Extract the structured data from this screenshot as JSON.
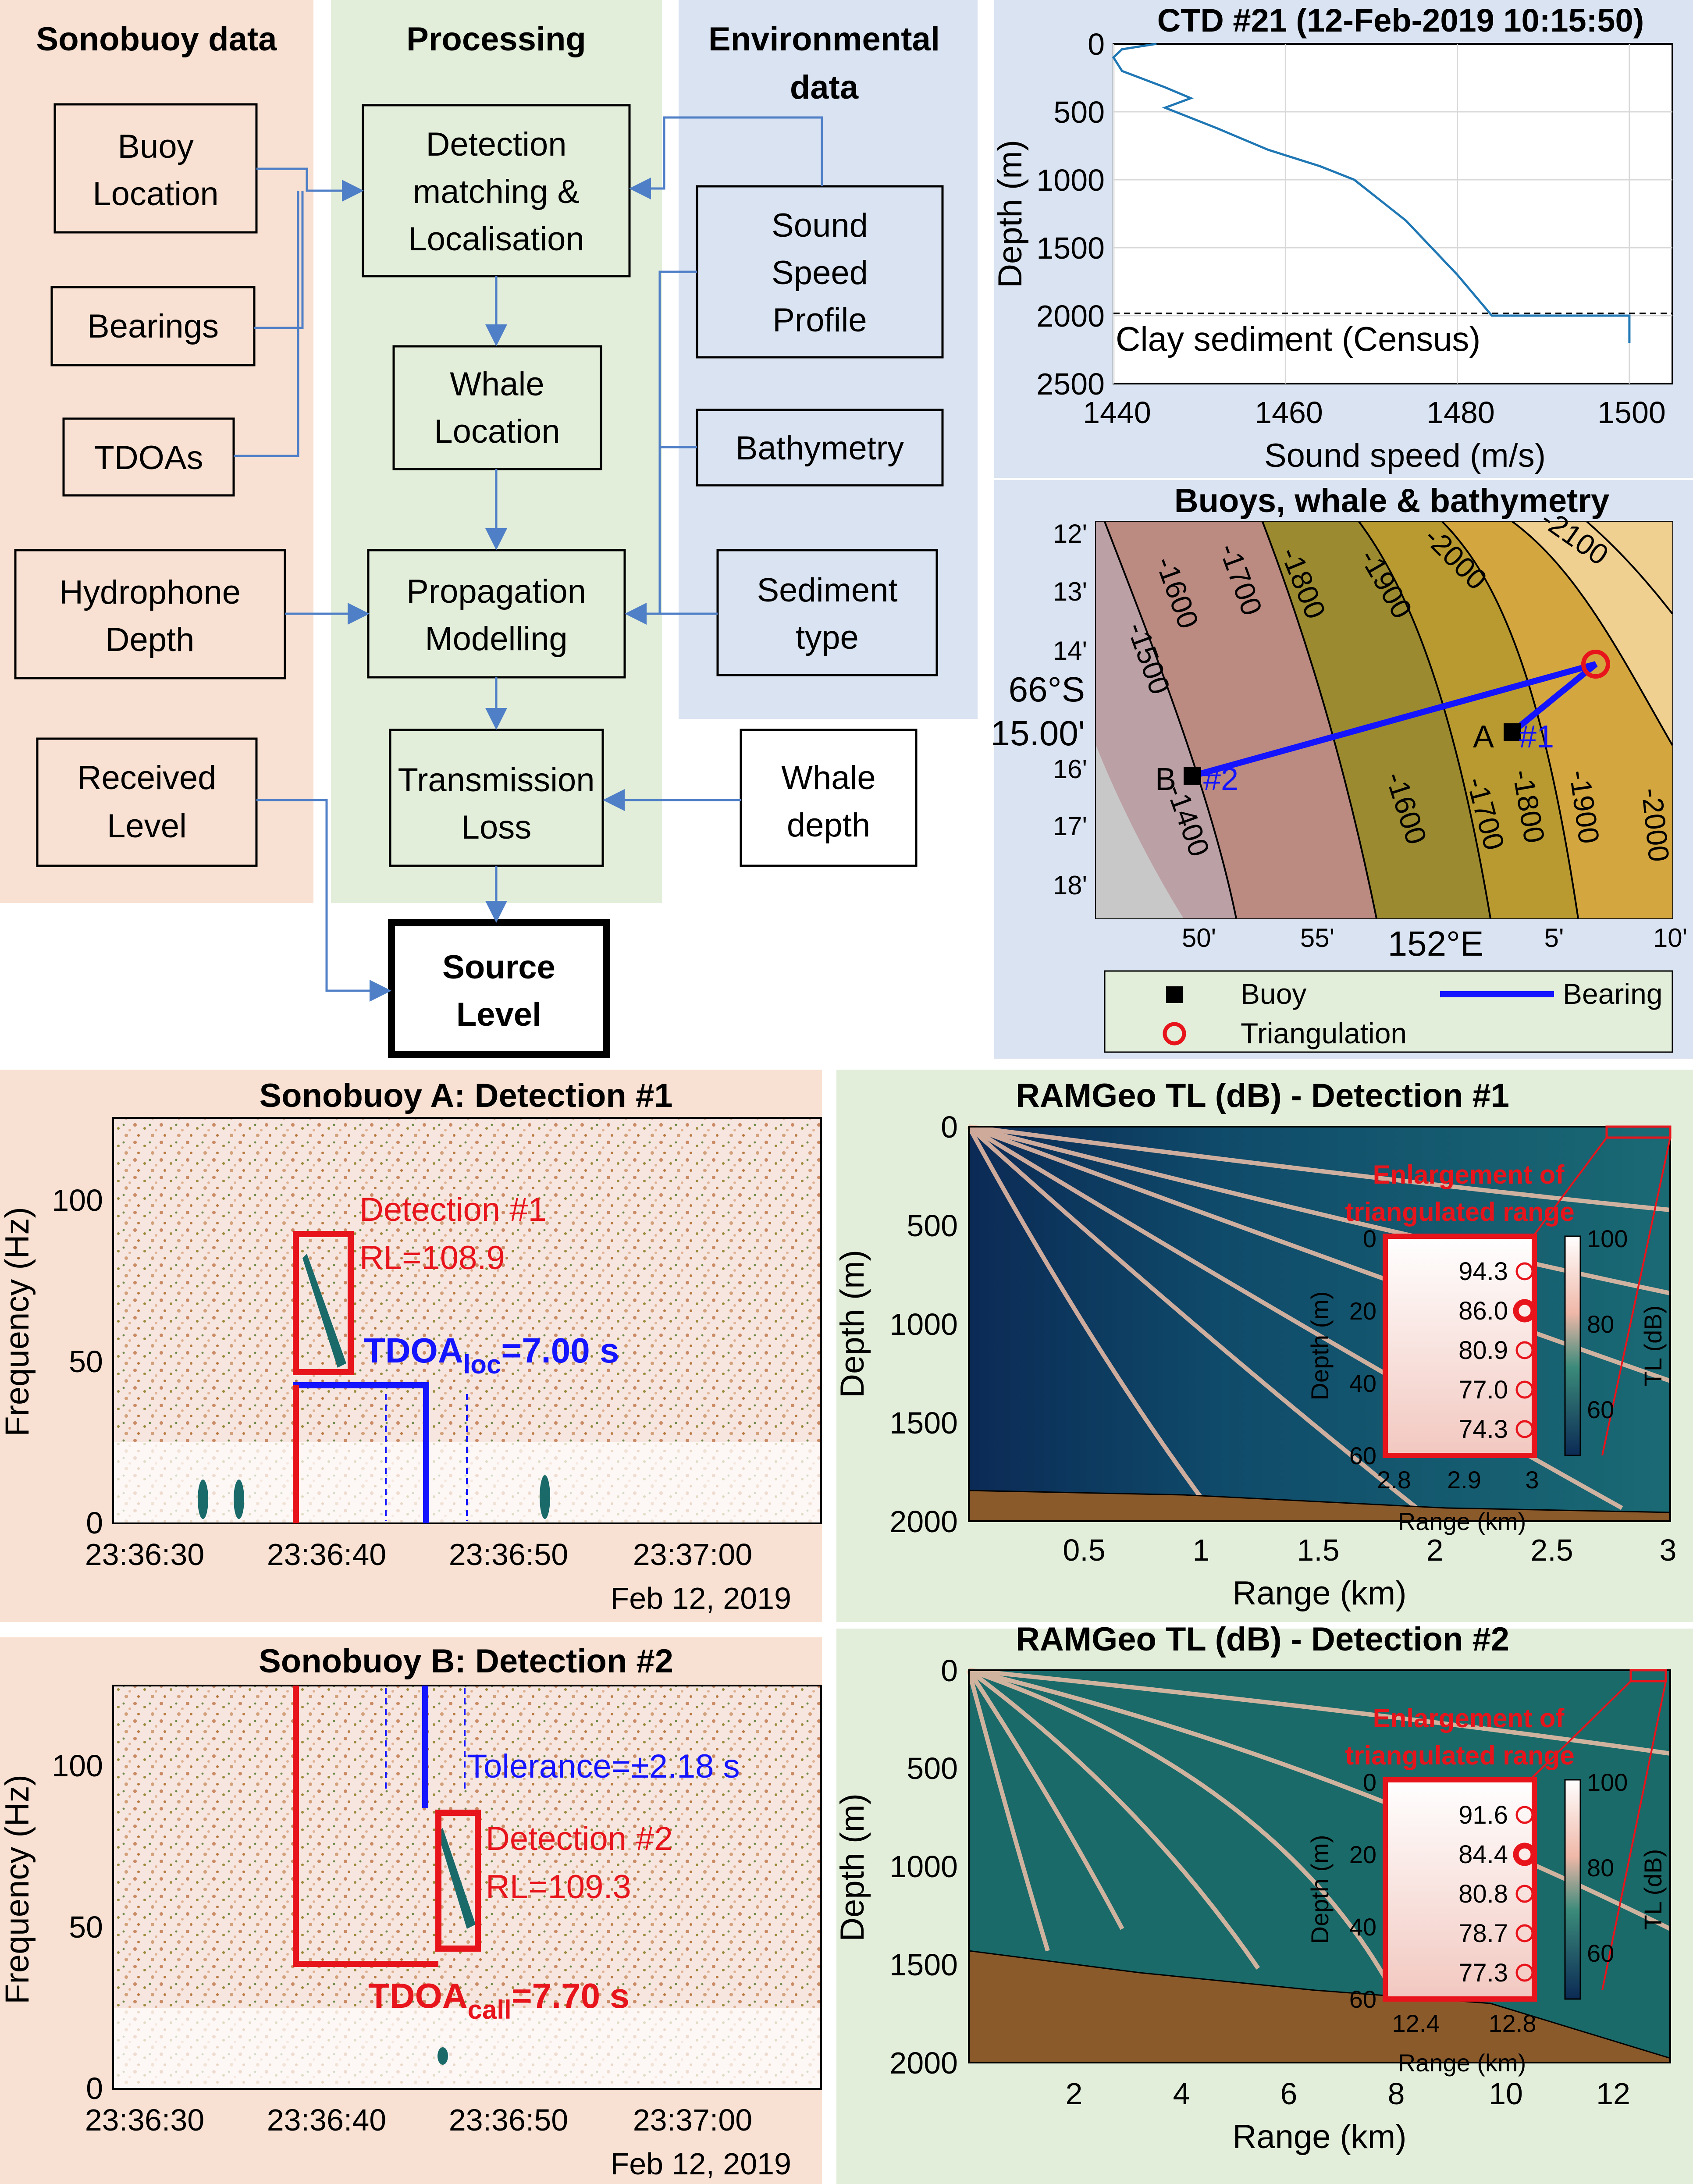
{
  "colors": {
    "salmon": "#f8e1d2",
    "green": "#e2eed9",
    "blue": "#dae3f1",
    "box": "#f8e1d2",
    "arrow": "#4f7fc7",
    "red": "#e8141c",
    "bluebright": "#1414ff",
    "line": "#1f77b4",
    "brown": "#8b5a2b"
  },
  "flow": {
    "cols": [
      "Sonobuoy data",
      "Processing",
      "Environmental",
      "data"
    ],
    "boxes": {
      "buoy_location": [
        "Buoy",
        "Location"
      ],
      "bearings": [
        "Bearings"
      ],
      "tdoas": [
        "TDOAs"
      ],
      "hydrophone_depth": [
        "Hydrophone",
        "Depth"
      ],
      "received_level": [
        "Received",
        "Level"
      ],
      "detection_matching": [
        "Detection",
        "matching &",
        "Localisation"
      ],
      "whale_location": [
        "Whale",
        "Location"
      ],
      "propagation_modelling": [
        "Propagation",
        "Modelling"
      ],
      "transmission_loss": [
        "Transmission",
        "Loss"
      ],
      "source_level": [
        "Source",
        "Level"
      ],
      "sound_speed_profile": [
        "Sound",
        "Speed",
        "Profile"
      ],
      "bathymetry": [
        "Bathymetry"
      ],
      "sediment_type": [
        "Sediment",
        "type"
      ],
      "whale_depth": [
        "Whale",
        "depth"
      ]
    }
  },
  "ctd": {
    "title": "CTD #21 (12-Feb-2019 10:15:50)",
    "xlabel": "Sound speed (m/s)",
    "ylabel": "Depth (m)",
    "xticks": [
      "1440",
      "1460",
      "1480",
      "1500"
    ],
    "yticks": [
      "0",
      "500",
      "1000",
      "1500",
      "2000",
      "2500"
    ],
    "annotation": "Clay sediment (Census)",
    "chart_data": {
      "type": "line",
      "xlim": [
        1440,
        1505
      ],
      "ylim": [
        0,
        2500
      ],
      "sediment_depth": 2000,
      "x": [
        1445,
        1441,
        1440,
        1441,
        1446,
        1449,
        1446,
        1448,
        1452,
        1458,
        1464,
        1468,
        1474,
        1480,
        1484,
        1500,
        1500
      ],
      "y": [
        0,
        40,
        100,
        200,
        320,
        400,
        470,
        520,
        620,
        780,
        900,
        1000,
        1300,
        1700,
        2000,
        2000,
        2200
      ]
    }
  },
  "map": {
    "title": "Buoys, whale & bathymetry",
    "yticks": [
      "12'",
      "13'",
      "14'",
      "15.00'",
      "16'",
      "17'",
      "18'"
    ],
    "ylabel_main": "66°S",
    "xticks": [
      "50'",
      "55'",
      "5'",
      "10'"
    ],
    "xlabel_main": "152°E",
    "contours": [
      "-1600",
      "-1700",
      "-1800",
      "-1900",
      "-2000",
      "-2100",
      "-1500",
      "-1400",
      "-1600",
      "-1700",
      "-1800",
      "-1900",
      "-2000"
    ],
    "buoy_labels": [
      "A",
      "#1",
      "B",
      "#2"
    ],
    "legend": {
      "buoy": "Buoy",
      "bearing": "Bearing",
      "triangulation": "Triangulation"
    }
  },
  "sonoA": {
    "title": "Sonobuoy A: Detection #1",
    "xticks": [
      "23:36:30",
      "23:36:40",
      "23:36:50",
      "23:37:00"
    ],
    "date": "Feb 12, 2019",
    "yticks": [
      "0",
      "50",
      "100"
    ],
    "ylabel": "Frequency (Hz)",
    "det_label": "Detection #1",
    "rl": "RL=108.9",
    "tdoa_main": "TDOA",
    "tdoa_sub": "loc",
    "tdoa_val": "=7.00 s"
  },
  "sonoB": {
    "title": "Sonobuoy B: Detection #2",
    "xticks": [
      "23:36:30",
      "23:36:40",
      "23:36:50",
      "23:37:00"
    ],
    "date": "Feb 12, 2019",
    "yticks": [
      "0",
      "50",
      "100"
    ],
    "ylabel": "Frequency (Hz)",
    "tolerance": "Tolerance=±2.18 s",
    "det_label": "Detection #2",
    "rl": "RL=109.3",
    "tdoa_main": "TDOA",
    "tdoa_sub": "call",
    "tdoa_val": "=7.70 s"
  },
  "tl1": {
    "title": "RAMGeo TL (dB) - Detection #1",
    "xticks": [
      "0.5",
      "1",
      "1.5",
      "2",
      "2.5",
      "3"
    ],
    "yticks": [
      "0",
      "500",
      "1000",
      "1500",
      "2000"
    ],
    "xlabel": "Range (km)",
    "ylabel": "Depth (m)",
    "inset_title": [
      "Enlargement of",
      "triangulated range"
    ],
    "inset_values": [
      "94.3",
      "86.0",
      "80.9",
      "77.0",
      "74.3"
    ],
    "inset_yticks": [
      "0",
      "20",
      "40",
      "60"
    ],
    "inset_xticks": [
      "2.8",
      "2.9",
      "3"
    ],
    "inset_ylabel": "Depth (m)",
    "inset_xlabel": "Range (km)",
    "cbar_ticks": [
      "100",
      "80",
      "60"
    ],
    "cbar_label": "TL (dB)"
  },
  "tl2": {
    "title": "RAMGeo TL (dB) - Detection #2",
    "xticks": [
      "2",
      "4",
      "6",
      "8",
      "10",
      "12"
    ],
    "yticks": [
      "0",
      "500",
      "1000",
      "1500",
      "2000"
    ],
    "xlabel": "Range (km)",
    "ylabel": "Depth (m)",
    "inset_title": [
      "Enlargement of",
      "triangulated range"
    ],
    "inset_values": [
      "91.6",
      "84.4",
      "80.8",
      "78.7",
      "77.3"
    ],
    "inset_yticks": [
      "0",
      "20",
      "40",
      "60"
    ],
    "inset_xticks": [
      "12.4",
      "12.8"
    ],
    "inset_ylabel": "Depth (m)",
    "inset_xlabel": "Range (km)",
    "cbar_ticks": [
      "100",
      "80",
      "60"
    ],
    "cbar_label": "TL (dB)"
  }
}
